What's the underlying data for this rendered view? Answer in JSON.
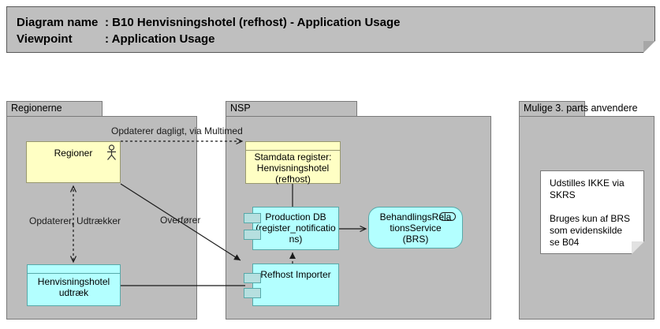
{
  "title": {
    "colon": ":",
    "rows": [
      {
        "label": "Diagram name",
        "value": "B10 Henvisningshotel (refhost) - Application Usage"
      },
      {
        "label": "Viewpoint",
        "value": "Application Usage"
      }
    ]
  },
  "groups": {
    "regionerne": {
      "label": "Regionerne"
    },
    "nsp": {
      "label": "NSP"
    },
    "mulige": {
      "label": "Mulige 3. parts anvendere"
    }
  },
  "nodes": {
    "regioner": {
      "label": "Regioner",
      "icon": "actor-icon"
    },
    "stamdata": {
      "label": "Stamdata register: Henvisningshotel (refhost)"
    },
    "production_db": {
      "label": "Production DB (register_notifications)",
      "icon": "component-icon"
    },
    "refhost_importer": {
      "label": "Refhost Importer",
      "icon": "component-icon"
    },
    "brs": {
      "label": "BehandlingsRelationsService (BRS)",
      "icon": "service-icon"
    },
    "henvisningshotel_udtraek": {
      "label": "Henvisningshotel udtræk"
    }
  },
  "note": {
    "lines": [
      "Udstilles IKKE via SKRS",
      "",
      "Bruges kun af BRS som evidenskilde",
      "se B04"
    ]
  },
  "connections": {
    "opdaterer_dagligt": {
      "label": "Opdaterer dagligt, via Multimed",
      "style": "dashed-open-arrow"
    },
    "opdaterer_udtraekker": {
      "label": "Opdaterer, Udtrækker",
      "style": "dashed-open-arrow-both-ends"
    },
    "overfoerer": {
      "label": "Overfører",
      "style": "solid-filled-arrow"
    },
    "stamdata_to_production": {
      "label": "",
      "style": "solid-plain"
    },
    "refhost_to_production": {
      "label": "",
      "style": "dashed-filled-arrow"
    },
    "production_to_brs": {
      "label": "",
      "style": "solid-open-arrow"
    },
    "udtraek_to_refhost": {
      "label": "",
      "style": "solid-plain"
    }
  },
  "colors": {
    "group_fill": "#bdbdbd",
    "group_border": "#7a7a7a",
    "title_fill": "#bfbfbf",
    "object_yellow": "#ffffc4",
    "component_cyan": "#b3ffff",
    "cyan_border": "#57a9a9",
    "note_fill": "#ffffff",
    "line_color": "#1a1a1a"
  }
}
